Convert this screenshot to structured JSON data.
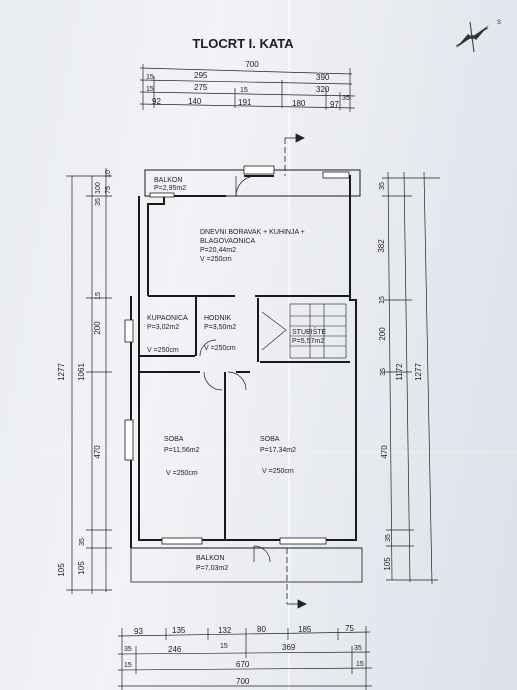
{
  "title": "TLOCRT I. KATA",
  "compass_label": "S",
  "rooms": [
    {
      "id": "balkon-top",
      "lines": [
        "BALKON",
        "P=2,95m2"
      ]
    },
    {
      "id": "dnevni",
      "lines": [
        "DNEVNI BORAVAK + KUHINJA +",
        "BLAGOVAONICA",
        "P=20,44m2",
        "V =250cm"
      ]
    },
    {
      "id": "kupaonica",
      "lines": [
        "KUPAONICA",
        "P=3,02m2",
        "V =250cm"
      ]
    },
    {
      "id": "hodnik",
      "lines": [
        "HODNIK",
        "P=3,50m2",
        "V =250cm"
      ]
    },
    {
      "id": "stubiste",
      "lines": [
        "STUBIŠTE",
        "P=5,57m2"
      ]
    },
    {
      "id": "soba-left",
      "lines": [
        "SOBA",
        "P=11,56m2",
        "V =250cm"
      ]
    },
    {
      "id": "soba-right",
      "lines": [
        "SOBA",
        "P=17,34m2",
        "V =250cm"
      ]
    },
    {
      "id": "balkon-bottom",
      "lines": [
        "BALKON",
        "P=7,03m2"
      ]
    }
  ],
  "dimensions": {
    "top_row1": [
      "700"
    ],
    "top_row2": [
      "15",
      "295",
      "390"
    ],
    "top_row3": [
      "15",
      "275",
      "15",
      "320"
    ],
    "top_row4": [
      "92",
      "140",
      "191",
      "180",
      "97",
      "35"
    ],
    "left_outer": [
      "1277"
    ],
    "left_mid": [
      "1061"
    ],
    "left_inner": [
      "100",
      "10",
      "35",
      "75",
      "15",
      "200",
      "470",
      "105",
      "35",
      "105"
    ],
    "right_inner": [
      "35",
      "382",
      "15",
      "200",
      "35",
      "470",
      "35",
      "105"
    ],
    "right_mid": [
      "1172"
    ],
    "right_outer": [
      "1277"
    ],
    "bottom_row1": [
      "93",
      "135",
      "132",
      "80",
      "185",
      "75"
    ],
    "bottom_row2": [
      "35",
      "246",
      "15",
      "369",
      "35"
    ],
    "bottom_row3": [
      "15",
      "670",
      "15"
    ],
    "bottom_row4": [
      "700"
    ]
  }
}
